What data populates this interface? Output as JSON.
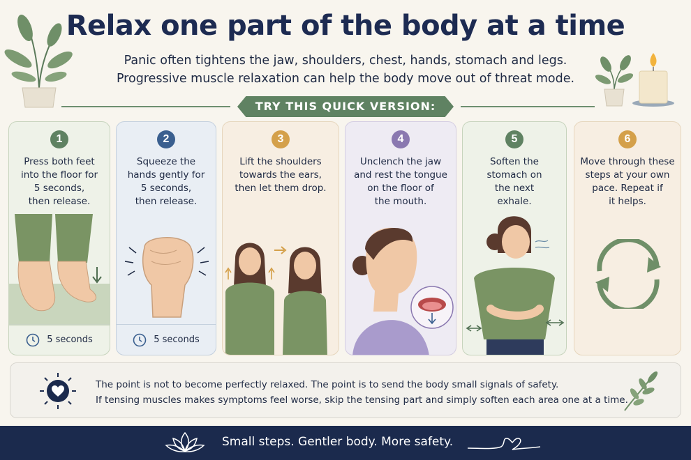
{
  "title": "Relax one part of the body at a time",
  "subtitle_lines": [
    "Panic often tightens the jaw, shoulders, chest, hands, stomach and legs.",
    "Progressive muscle relaxation can help the body move out of threat mode."
  ],
  "banner": "TRY THIS QUICK VERSION:",
  "steps": [
    {
      "number": "1",
      "lines": [
        "Press both feet",
        "into the floor for",
        "5 seconds,",
        "then release."
      ],
      "timer": "5 seconds",
      "accent": "#5f8262"
    },
    {
      "number": "2",
      "lines": [
        "Squeeze the",
        "hands gently for",
        "5 seconds,",
        "then release."
      ],
      "timer": "5 seconds",
      "accent": "#3a5f8f"
    },
    {
      "number": "3",
      "lines": [
        "Lift the shoulders",
        "towards the ears,",
        "then let them drop."
      ],
      "accent": "#d4a04a"
    },
    {
      "number": "4",
      "lines": [
        "Unclench the jaw",
        "and rest the tongue",
        "on the floor of",
        "the mouth."
      ],
      "accent": "#8a78b0"
    },
    {
      "number": "5",
      "lines": [
        "Soften the",
        "stomach on",
        "the next",
        "exhale."
      ],
      "accent": "#5f8262"
    },
    {
      "number": "6",
      "lines": [
        "Move through these",
        "steps at your own",
        "pace. Repeat if",
        "it helps."
      ],
      "accent": "#d4a04a"
    }
  ],
  "note_lines": [
    "The point is not to become perfectly relaxed. The point is to send the body small signals of safety.",
    "If tensing muscles makes symptoms feel worse, skip the tensing part and simply soften each area one at a time."
  ],
  "footer": "Small steps. Gentler body. More safety.",
  "icons": [
    "plant-icon",
    "candle-icon",
    "clock-icon",
    "heart-sun-icon",
    "leaf-sprig-icon",
    "lotus-icon",
    "heart-line-icon",
    "cycle-arrows-icon"
  ]
}
